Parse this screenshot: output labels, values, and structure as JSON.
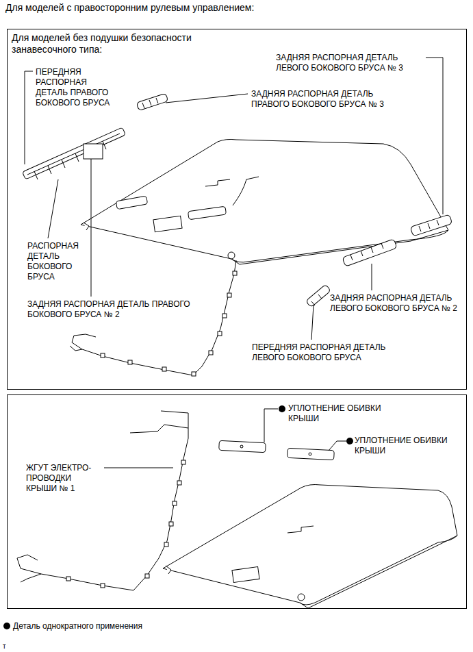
{
  "diagram": {
    "title": "Для моделей с правосторонним рулевым управлением:",
    "nodes": [
      {
        "text": [
          "Для моделей без подушки безопасности занавесочного типа:"
        ]
      }
    ],
    "labels": [
      "ПЕРЕДНЯЯ РАСПОРНАЯ ДЕТАЛЬ ПРАВОГО БОКОВОГО БРУСА",
      "ЗАДНЯЯ РАСПОРНАЯ ДЕТАЛЬ ЛЕВОГО БОКОВОГО БРУСА № 3",
      "ЗАДНЯЯ РАСПОРНАЯ ДЕТАЛЬ ПРАВОГО БОКОВОГО БРУСА № 3",
      "РАСПОРНАЯ ДЕТАЛЬ БОКОВОГО БРУСА",
      "ЗАДНЯЯ РАСПОРНАЯ ДЕТАЛЬ ПРАВОГО БОКОВОГО БРУСА № 2",
      "ЗАДНЯЯ РАСПОРНАЯ ДЕТАЛЬ ЛЕВОГО БОКОВОГО БРУСА № 2",
      "ПЕРЕДНЯЯ РАСПОРНАЯ ДЕТАЛЬ ЛЕВОГО БОКОВОГО БРУСА",
      "УПЛОТНЕНИЕ ОБИВКИ КРЫШИ",
      "УПЛОТНЕНИЕ ОБИВКИ КРЫШИ",
      "ЖГУТ ЭЛЕКТРО- ПРОВОДКИ КРЫШИ № 1",
      "т"
    ],
    "legend": [
      {
        "text": "Деталь однократного применения"
      }
    ]
  }
}
